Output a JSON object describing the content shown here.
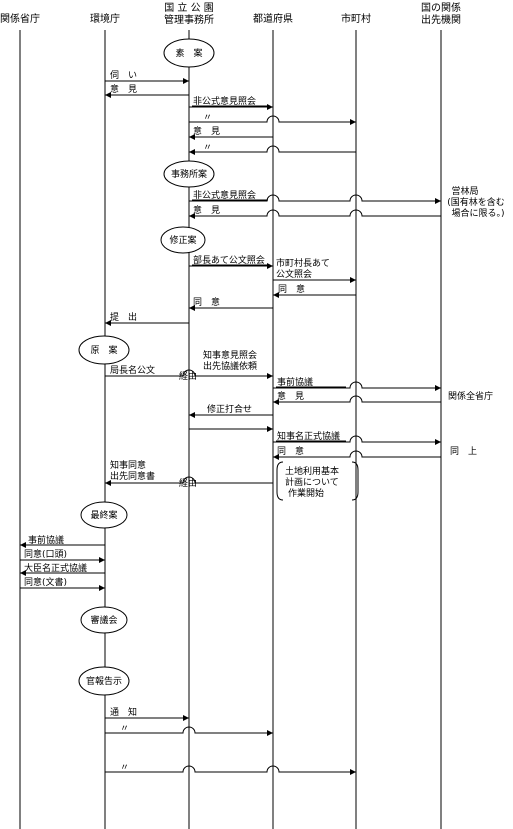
{
  "headers": {
    "kankei_shocho": "関係省庁",
    "kankyocho": "環境庁",
    "kouen_line1": "国 立 公 園",
    "kouen_line2": "管理事務所",
    "todofuken": "都道府県",
    "shichoson": "市町村",
    "kuni_line1": "国の関係",
    "kuni_line2": "出先機関"
  },
  "stages": {
    "soan": "素　案",
    "jimushoan": "事務所案",
    "shuseian": "修正案",
    "genan": "原　案",
    "saishuan": "最終案",
    "shingikai": "審議会",
    "kanpo": "官報告示"
  },
  "labels": {
    "ukagai": "伺　い",
    "iken1": "意　見",
    "hikoushiki1": "非公式意見照会",
    "ditto": "〃",
    "iken2": "意　見",
    "hikoushiki2": "非公式意見照会",
    "iken3": "意　見",
    "eirinkyoku1": "営林局",
    "eirinkyoku2": "(国有林を含む",
    "eirinkyoku3": "場合に限る。)",
    "buchoate": "部長あて公文照会",
    "shichosonchoate1": "市町村長あて",
    "shichosonchoate2": "公文照会",
    "doi1": "同　意",
    "doi2": "同　意",
    "teishutsu": "提　出",
    "chijiiken1": "知事意見照会",
    "chijiiken2": "出先協議依頼",
    "kyokuchomei": "局長名公文",
    "keiyu1": "経由",
    "jizenkyogi1": "事前協議",
    "iken4": "意　見",
    "kankeizenshocho": "関係全省庁",
    "shusei": "修正打合せ",
    "chijimei": "知事名正式協議",
    "doi3": "同　意",
    "dojo": "同　上",
    "tochi1": "土地利用基本",
    "tochi2": "計画について",
    "tochi3": "作業開始",
    "chijidoi1": "知事同意",
    "chijidoi2": "出先同意書",
    "keiyu2": "経由",
    "jizenkyogi2": "事前協議",
    "doikoutou": "同意(口頭)",
    "daijinmei": "大臣名正式協議",
    "doibunsho": "同意(文書)",
    "tsuchi": "通　知"
  }
}
